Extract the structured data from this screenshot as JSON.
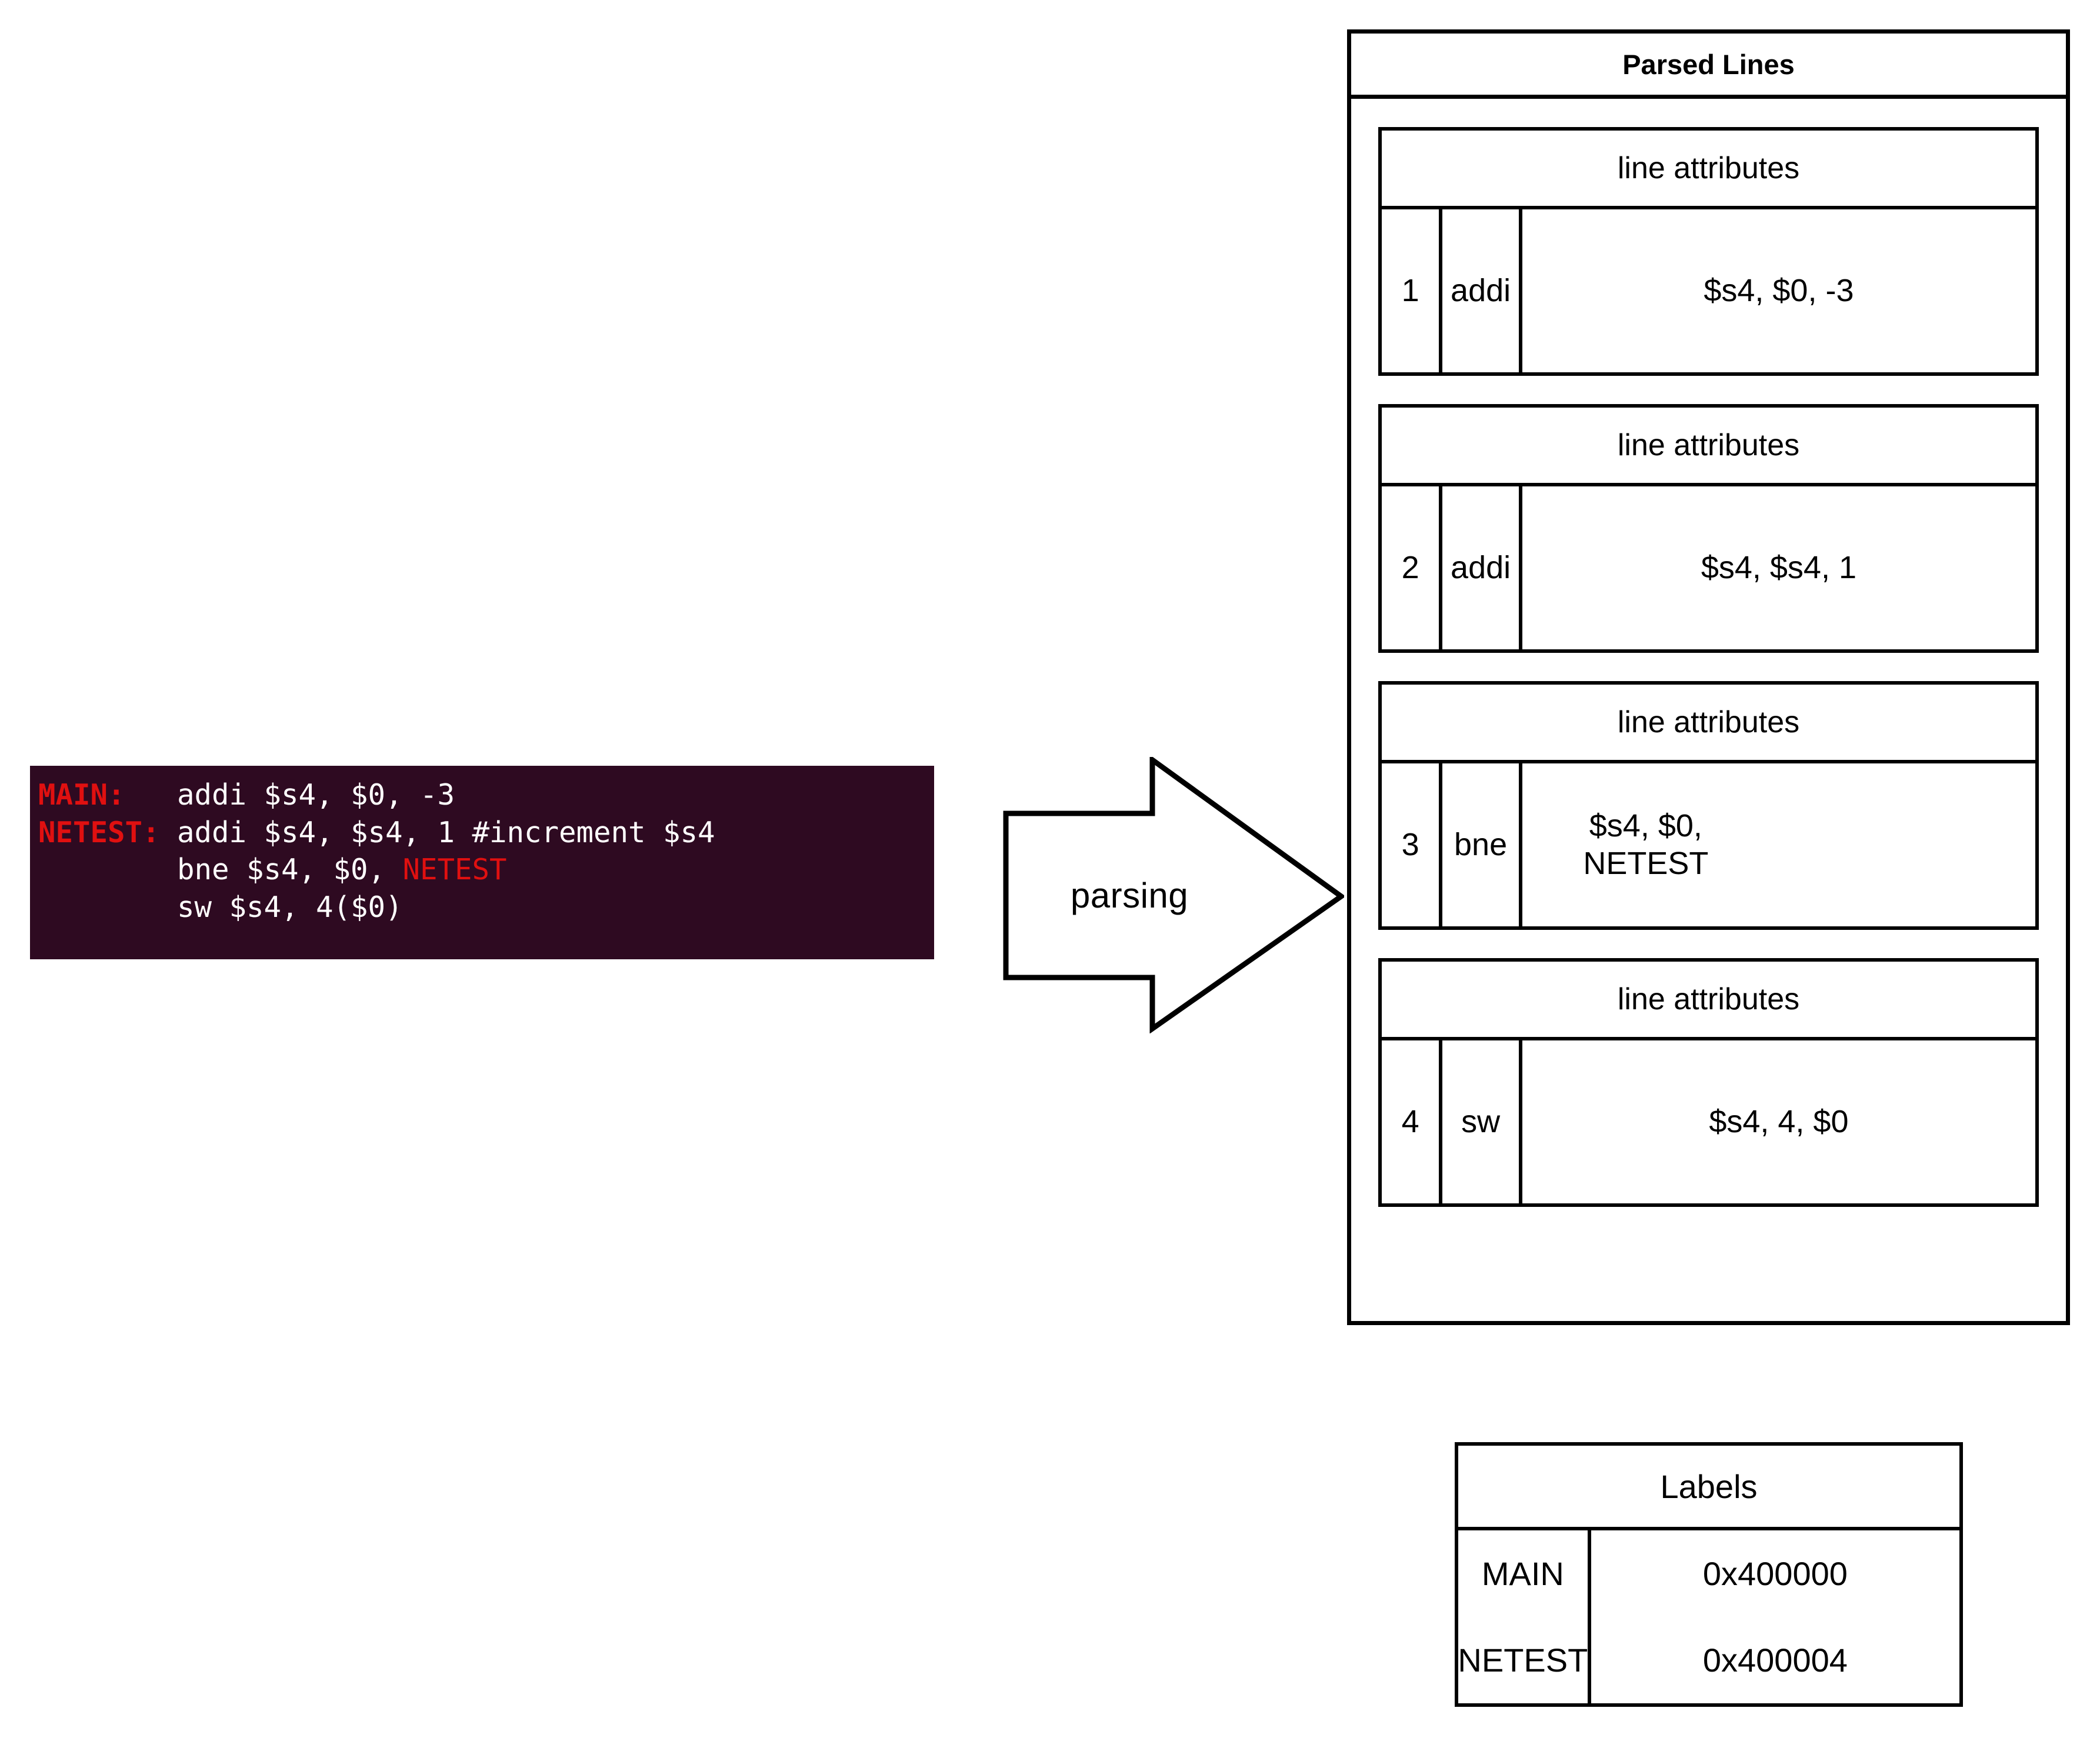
{
  "source_code": {
    "lines": [
      {
        "label": "MAIN:",
        "pad": "   ",
        "code": "addi $s4, $0, -3",
        "ref": ""
      },
      {
        "label": "NETEST:",
        "pad": " ",
        "code": "addi $s4, $s4, 1 #increment $s4",
        "ref": ""
      },
      {
        "label": "",
        "pad": "        ",
        "code": "bne $s4, $0, ",
        "ref": "NETEST"
      },
      {
        "label": "",
        "pad": "        ",
        "code": "sw $s4, 4($0)",
        "ref": ""
      }
    ]
  },
  "arrow": {
    "label": "parsing",
    "direction": "right",
    "icon": "block-arrow-right-icon"
  },
  "parsed_lines": {
    "title": "Parsed Lines",
    "card_title": "line attributes",
    "columns": [
      "number",
      "opcode",
      "operands"
    ],
    "rows": [
      {
        "number": "1",
        "opcode": "addi",
        "operands": "$s4, $0, -3"
      },
      {
        "number": "2",
        "opcode": "addi",
        "operands": "$s4, $s4, 1"
      },
      {
        "number": "3",
        "opcode": "bne",
        "operands": "$s4, $0, NETEST"
      },
      {
        "number": "4",
        "opcode": "sw",
        "operands": "$s4, 4, $0"
      }
    ]
  },
  "labels": {
    "title": "Labels",
    "rows": [
      {
        "name": "MAIN",
        "address": "0x400000"
      },
      {
        "name": "NETEST",
        "address": "0x400004"
      }
    ]
  },
  "colors": {
    "terminal_background": "#2e0a21",
    "terminal_text": "#ffffff",
    "terminal_label": "#e01010",
    "stroke": "#000000",
    "page_background": "#ffffff"
  }
}
